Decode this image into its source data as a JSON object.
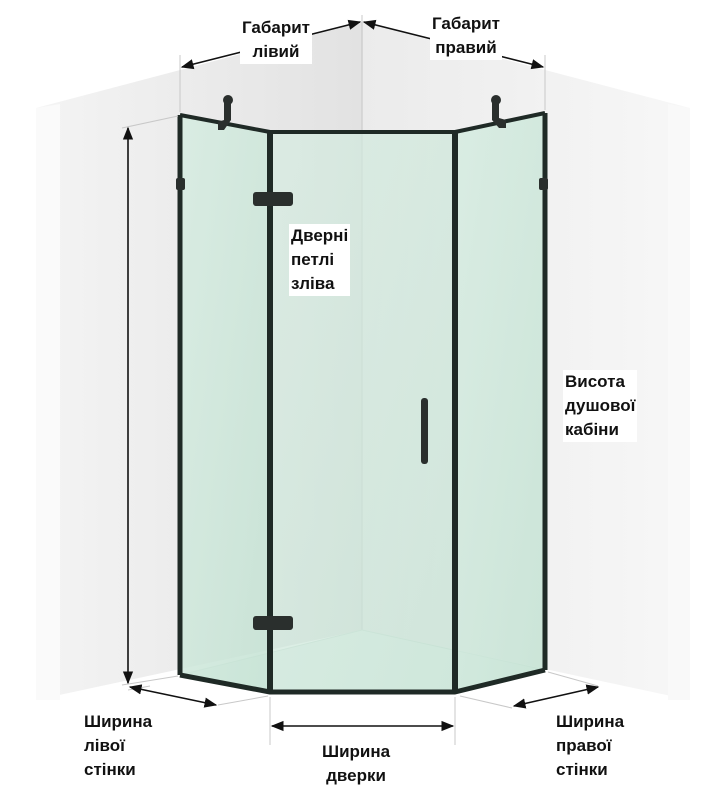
{
  "labels": {
    "overall_left": [
      "Габарит",
      "лівий"
    ],
    "overall_right": [
      "Габарит",
      "правий"
    ],
    "door_hinges": [
      "Дверні",
      "петлі",
      "зліва"
    ],
    "cabin_height": [
      "Висота",
      "душової",
      "кабіни"
    ],
    "left_wall_width": [
      "Ширина",
      "лівої",
      "стінки"
    ],
    "door_width": [
      "Ширина",
      "дверки"
    ],
    "right_wall_width": [
      "Ширина",
      "правої",
      "стінки"
    ]
  },
  "colors": {
    "wall": "#efefef",
    "wall_shadow": "#d9d9d9",
    "glass": "#cfe8dc",
    "frame": "#1f2a26",
    "floor": "#e6f2ec",
    "dimension_line": "#111111",
    "extension_line": "#c8c8c8"
  }
}
